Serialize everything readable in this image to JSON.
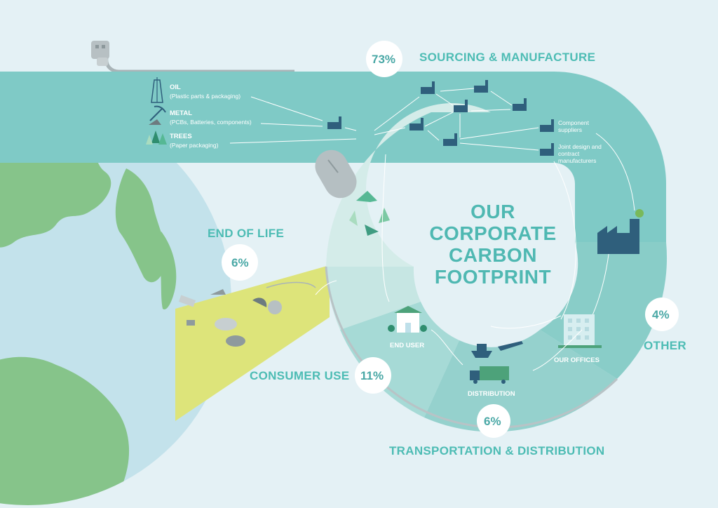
{
  "title": {
    "line1": "OUR",
    "line2": "CORPORATE",
    "line3": "CARBON",
    "line4": "FOOTPRINT"
  },
  "segments": {
    "sourcing": {
      "label": "SOURCING & MANUFACTURE",
      "percent": "73%"
    },
    "other": {
      "label": "OTHER",
      "percent": "4%"
    },
    "transport": {
      "label": "TRANSPORTATION & DISTRIBUTION",
      "percent": "6%"
    },
    "consumer": {
      "label": "CONSUMER USE",
      "percent": "11%"
    },
    "end_of_life": {
      "label": "END OF LIFE",
      "percent": "6%"
    }
  },
  "materials": [
    {
      "name": "OIL",
      "detail": "(Plastic parts & packaging)"
    },
    {
      "name": "METAL",
      "detail": "(PCBs, Batteries, components)"
    },
    {
      "name": "TREES",
      "detail": "(Paper packaging)"
    }
  ],
  "nodes": {
    "component_suppliers": "Component suppliers",
    "joint_design": "Joint design and contract manufacturers",
    "our_offices": "OUR OFFICES",
    "distribution": "DISTRIBUTION",
    "end_user": "END USER"
  },
  "colors": {
    "background": "#e4f1f5",
    "band": "#7fcac6",
    "accent_text": "#4dbcb4",
    "end_of_life_beam": "#dde47a",
    "globe_ocean": "#bfe0ea",
    "globe_land": "#86c48a",
    "factory": "#2f5f7c"
  }
}
